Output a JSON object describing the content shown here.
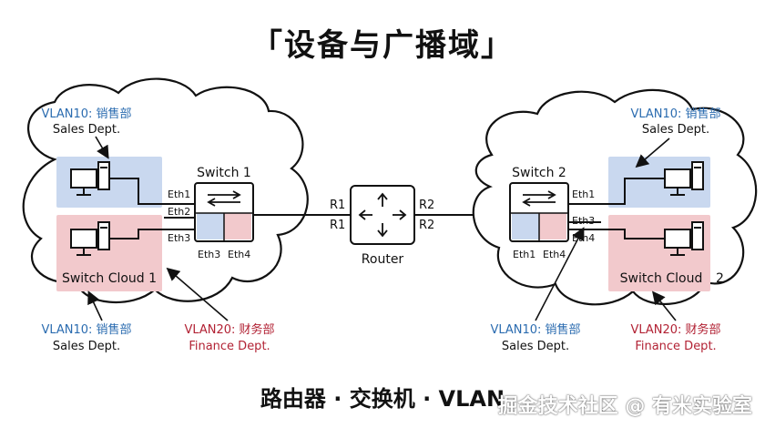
{
  "title": "「设备与广播域」",
  "subtitle": "路由器 · 交换机 · VLAN",
  "watermark": "掘金技术社区 @ 有米实验室",
  "colors": {
    "vlan10": "#2b6cb0",
    "vlan20": "#b22234",
    "vlan10_fill": "#c9d8ef",
    "vlan20_fill": "#f2c9cc",
    "stroke": "#111111"
  },
  "left_cloud": {
    "top_vlan": "VLAN10: 销售部",
    "top_dept": "Sales Dept.",
    "switch_label": "Switch 1",
    "cloud_label": "Switch Cloud 1",
    "ports": {
      "eth1": "Eth1",
      "eth2": "Eth2",
      "eth3": "Eth3",
      "port_a": "Eth3",
      "port_b": "Eth4"
    },
    "bottom_left_vlan": "VLAN10: 销售部",
    "bottom_left_dept": "Sales Dept.",
    "bottom_right_vlan": "VLAN20: 财务部",
    "bottom_right_dept": "Finance Dept."
  },
  "router": {
    "label": "Router",
    "left_r1_top": "R1",
    "left_r1_bottom": "R1",
    "right_r2_top": "R2",
    "right_r2_bottom": "R2"
  },
  "right_cloud": {
    "top_vlan": "VLAN10: 销售部",
    "top_dept": "Sales Dept.",
    "switch_label": "Switch 2",
    "cloud_label": "Switch Cloud",
    "cloud_num": "2",
    "ports": {
      "eth1": "Eth1",
      "eth3": "Eth3",
      "eth4": "Eth4",
      "port_a": "Eth1",
      "port_b": "Eth4"
    },
    "bottom_left_vlan": "VLAN10: 销售部",
    "bottom_left_dept": "Sales Dept.",
    "bottom_right_vlan": "VLAN20: 财务部",
    "bottom_right_dept": "Finance Dept."
  }
}
